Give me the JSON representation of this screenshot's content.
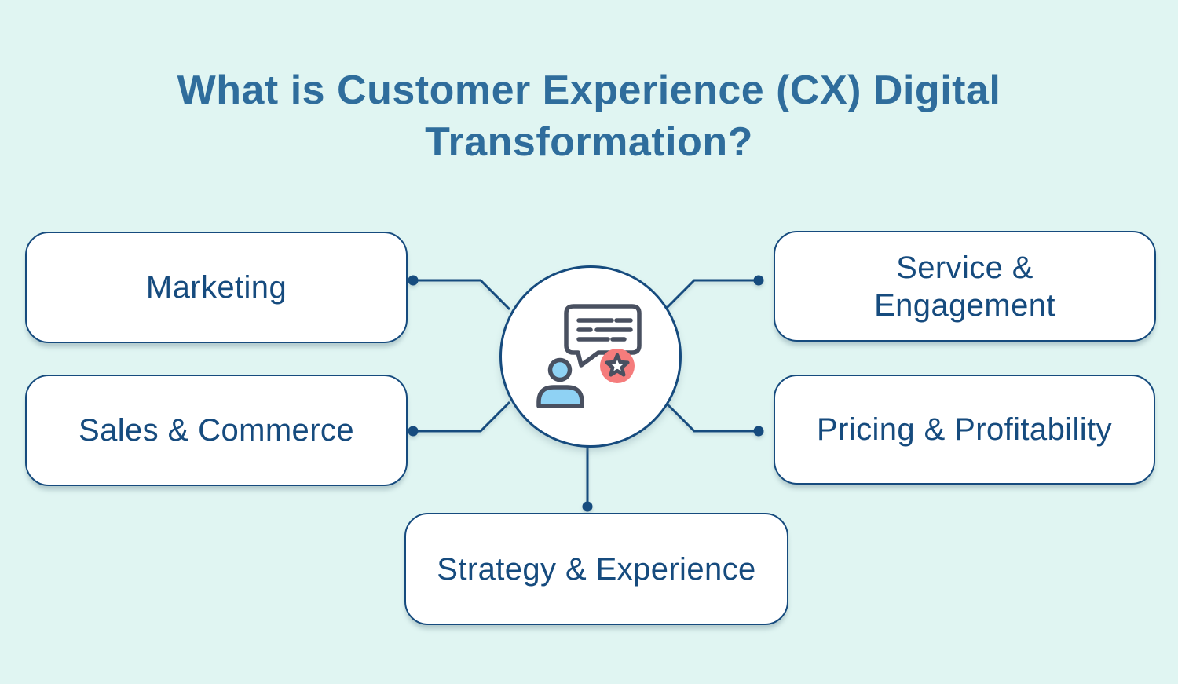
{
  "colors": {
    "background": "#E0F5F2",
    "title_text": "#2F6D9C",
    "node_border": "#164B7E",
    "node_text": "#164B7E",
    "node_fill": "#FFFFFF",
    "connector": "#164B7E",
    "icon_outline": "#495060",
    "icon_person_fill": "#8FD2F4",
    "icon_badge_fill": "#F57C7C",
    "icon_star_fill": "#FFFFFF"
  },
  "title": {
    "text": "What is Customer Experience (CX) Digital Transformation?",
    "lines": [
      "What is Customer Experience (CX) Digital",
      "Transformation?"
    ]
  },
  "center": {
    "icon": "customer-review-chat-icon",
    "description": "person with speech bubble and star badge"
  },
  "nodes": [
    {
      "id": "marketing",
      "label": "Marketing"
    },
    {
      "id": "service-engagement",
      "label": "Service &\nEngagement"
    },
    {
      "id": "sales-commerce",
      "label": "Sales & Commerce"
    },
    {
      "id": "pricing-profitability",
      "label": "Pricing & Profitability"
    },
    {
      "id": "strategy-experience",
      "label": "Strategy & Experience"
    }
  ]
}
